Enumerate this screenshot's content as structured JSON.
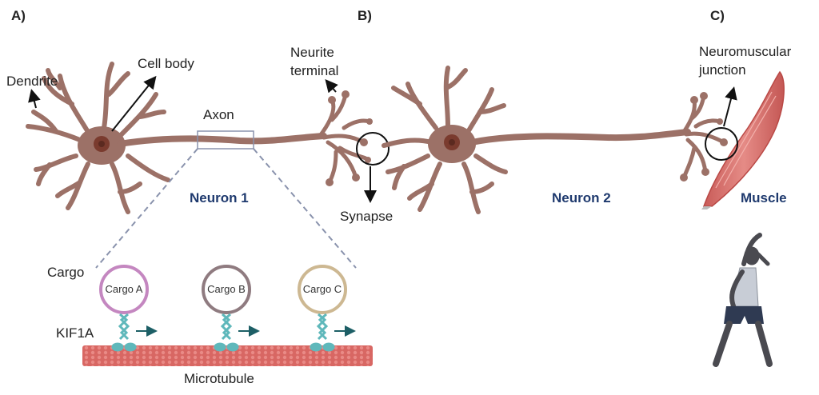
{
  "panels": {
    "a": "A)",
    "b": "B)",
    "c": "C)"
  },
  "labels": {
    "dendrite": "Dendrite",
    "cell_body": "Cell body",
    "axon": "Axon",
    "neurite_terminal_1": "Neurite",
    "neurite_terminal_2": "terminal",
    "synapse": "Synapse",
    "nmj_1": "Neuromuscular",
    "nmj_2": "junction",
    "neuron1": "Neuron 1",
    "neuron2": "Neuron 2",
    "muscle": "Muscle",
    "cargo": "Cargo",
    "kif1a": "KIF1A",
    "microtubule": "Microtubule"
  },
  "cargos": [
    "Cargo A",
    "Cargo B",
    "Cargo C"
  ],
  "colors": {
    "neuron": "#9c7167",
    "neuron_dark": "#7d5850",
    "nucleus": "#7a3b2e",
    "cargo_a": "#c487c0",
    "cargo_b": "#8f7b80",
    "cargo_c": "#cdb892",
    "kif1a": "#5fb8bb",
    "microtubule": "#d6625f",
    "muscle": "#d77a76",
    "neuron_label": "#1f3a6e"
  }
}
